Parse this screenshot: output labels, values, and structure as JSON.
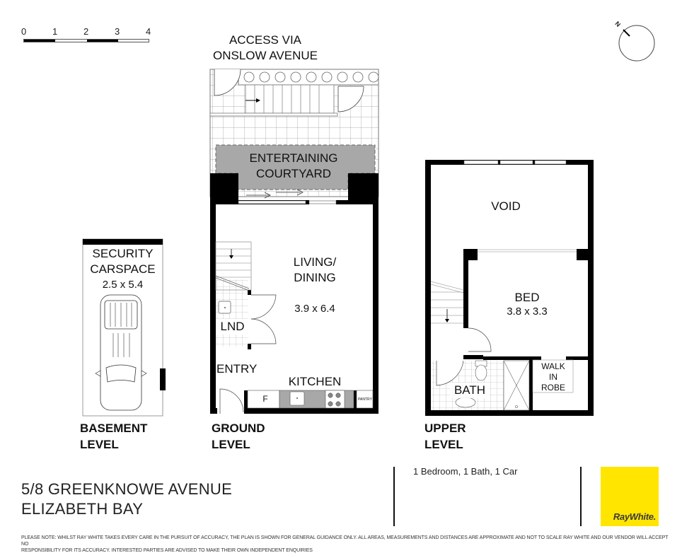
{
  "scale_bar": {
    "ticks": [
      "0",
      "1",
      "2",
      "3",
      "4"
    ],
    "unit": "metres"
  },
  "compass": {
    "label": "N"
  },
  "access": {
    "line1": "ACCESS VIA",
    "line2": "ONSLOW AVENUE"
  },
  "rooms": {
    "courtyard": {
      "line1": "ENTERTAINING",
      "line2": "COURTYARD"
    },
    "living": {
      "line1": "LIVING/",
      "line2": "DINING",
      "dims": "3.9 x 6.4"
    },
    "laundry": {
      "name": "LND"
    },
    "entry": {
      "name": "ENTRY"
    },
    "kitchen": {
      "name": "KITCHEN",
      "fridge": "F",
      "pantry": "PANTRY"
    },
    "carspace": {
      "line1": "SECURITY",
      "line2": "CARSPACE",
      "dims": "2.5 x 5.4"
    },
    "void": {
      "name": "VOID"
    },
    "bed": {
      "name": "BED",
      "dims": "3.8 x 3.3"
    },
    "robe": {
      "line1": "WALK",
      "line2": "IN",
      "line3": "ROBE"
    },
    "bath": {
      "name": "BATH"
    }
  },
  "levels": {
    "basement": {
      "line1": "BASEMENT",
      "line2": "LEVEL"
    },
    "ground": {
      "line1": "GROUND",
      "line2": "LEVEL"
    },
    "upper": {
      "line1": "UPPER",
      "line2": "LEVEL"
    }
  },
  "property": {
    "address_line1": "5/8 GREENKNOWE AVENUE",
    "address_line2": "ELIZABETH BAY",
    "summary": "1 Bedroom, 1 Bath, 1 Car"
  },
  "brand": {
    "name": "RayWhite.",
    "color": "#ffe500"
  },
  "disclaimer": {
    "line1": "PLEASE NOTE: WHILST RAY WHITE TAKES EVERY CARE IN THE PURSUIT OF ACCURACY, THE PLAN IS SHOWN FOR GENERAL GUIDANCE ONLY. ALL AREAS, MEASUREMENTS AND DISTANCES ARE APPROXIMATE AND NOT TO SCALE RAY WHITE AND OUR VENDOR WILL ACCEPT NO",
    "line2": "RESPONSIBILITY FOR ITS ACCURACY. INTERESTED PARTIES ARE ADVISED TO MAKE THEIR OWN INDEPENDENT ENQUIRIES"
  }
}
